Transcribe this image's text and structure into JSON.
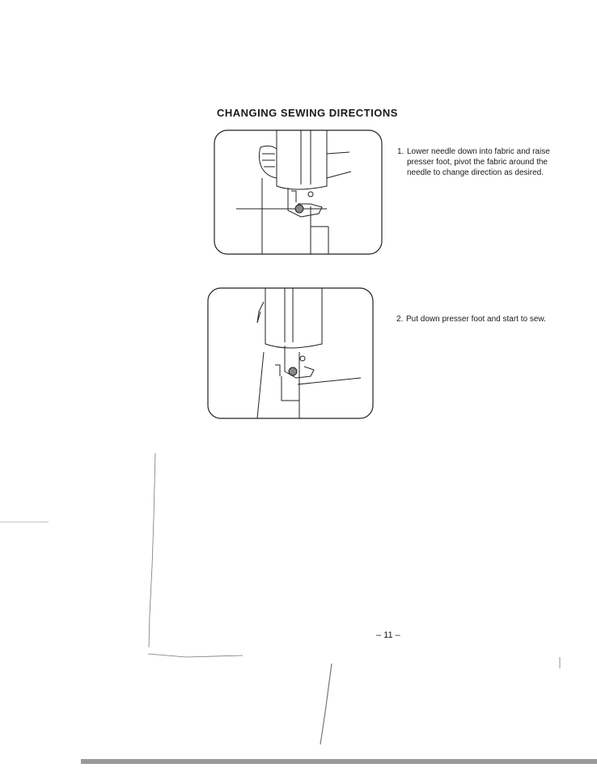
{
  "section": {
    "title": "CHANGING SEWING DIRECTIONS"
  },
  "steps": [
    {
      "number": "1.",
      "text": "Lower needle down into fabric and raise presser foot, pivot the fabric around the needle to change direction as desired.",
      "figure_icon": "sewing-machine-needle-pivot-icon"
    },
    {
      "number": "2.",
      "text": "Put down presser foot and start to sew.",
      "figure_icon": "sewing-machine-presser-foot-down-icon"
    }
  ],
  "footer": {
    "page_number": "– 11 –"
  }
}
